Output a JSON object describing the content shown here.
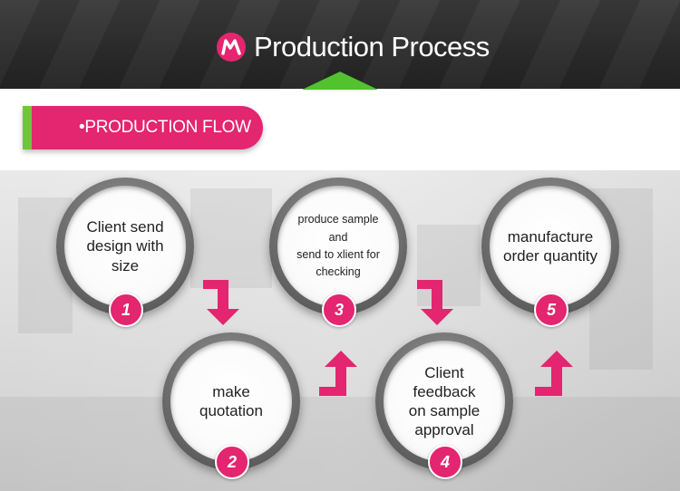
{
  "header": {
    "title": "Production Process",
    "logo_icon": "m-logo-icon"
  },
  "section": {
    "label": "•PRODUCTION FLOW"
  },
  "colors": {
    "accent": "#e4256f",
    "green": "#6fc63a",
    "header_bg": "#2b2b2b"
  },
  "steps": [
    {
      "number": "1",
      "text_lines": [
        "Client send",
        "design with size"
      ]
    },
    {
      "number": "2",
      "text_lines": [
        "make",
        "quotation"
      ]
    },
    {
      "number": "3",
      "text_lines": [
        "produce sample and",
        "send to xlient for",
        "checking"
      ]
    },
    {
      "number": "4",
      "text_lines": [
        "Client feedback",
        "on sample",
        "approval"
      ]
    },
    {
      "number": "5",
      "text_lines": [
        "manufacture",
        "order quantity"
      ]
    }
  ]
}
